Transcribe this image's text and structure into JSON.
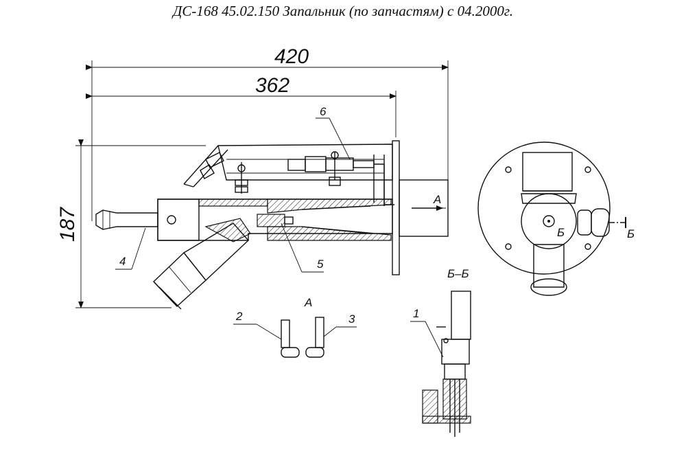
{
  "title": "ДС-168 45.02.150 Запальник (по запчастям) с 04.2000г.",
  "dimensions": {
    "overall_length": "420",
    "inner_length": "362",
    "height": "187"
  },
  "callouts": {
    "p1": "1",
    "p2": "2",
    "p3": "3",
    "p4": "4",
    "p5": "5",
    "p6": "6"
  },
  "views": {
    "view_a_arrow": "A",
    "view_a_title": "А",
    "section_mark_left": "Б",
    "section_mark_right": "Б",
    "section_title": "Б–Б"
  }
}
